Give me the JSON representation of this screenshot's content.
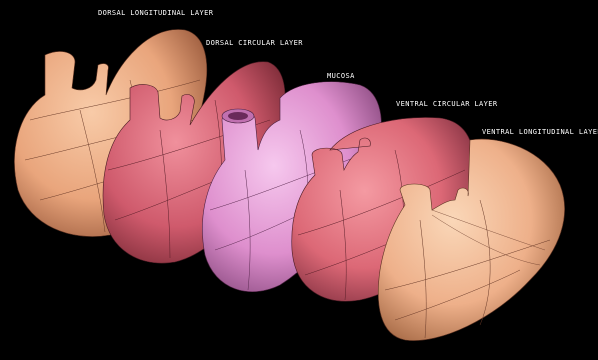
{
  "labels": {
    "dorsal_longitudinal": "DORSAL LONGITUDINAL LAYER",
    "dorsal_circular": "DORSAL CIRCULAR LAYER",
    "mucosa": "MUCOSA",
    "ventral_circular": "VENTRAL CIRCULAR LAYER",
    "ventral_longitudinal": "VENTRAL LONGITUDINAL LAYER"
  },
  "colors": {
    "background": "#000000",
    "dorsal_longitudinal": "#f2b58c",
    "dorsal_circular": "#d8677a",
    "mucosa": "#e79ad6",
    "ventral_circular": "#e0707c",
    "ventral_longitudinal": "#f4bb91"
  }
}
